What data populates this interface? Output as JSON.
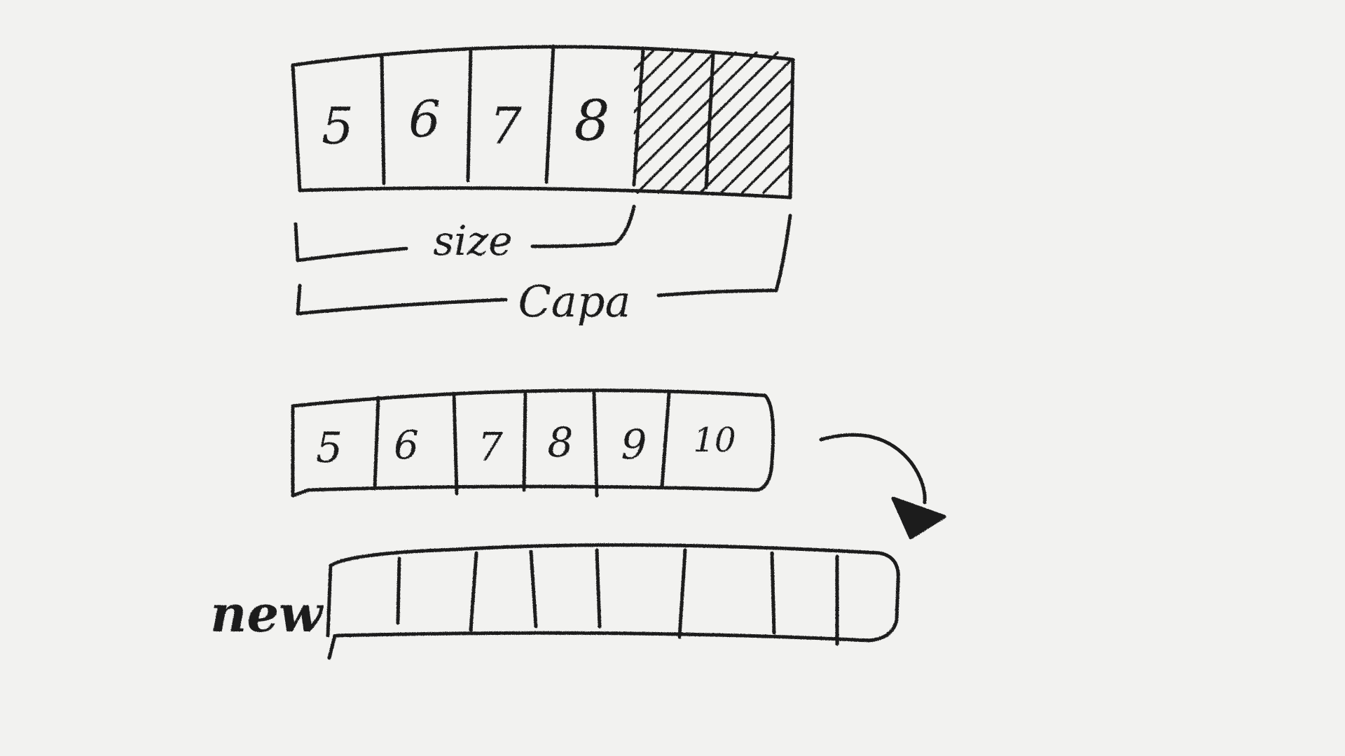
{
  "first_array": {
    "cells": [
      "5",
      "6",
      "7",
      "8",
      "",
      ""
    ],
    "filled_count": 4,
    "capacity": 6
  },
  "size_label": "size",
  "capacity_label": "Capa",
  "second_array": {
    "cells": [
      "5",
      "6",
      "7",
      "8",
      "9",
      "10"
    ]
  },
  "new_array": {
    "label": "new",
    "cell_count": 8
  }
}
